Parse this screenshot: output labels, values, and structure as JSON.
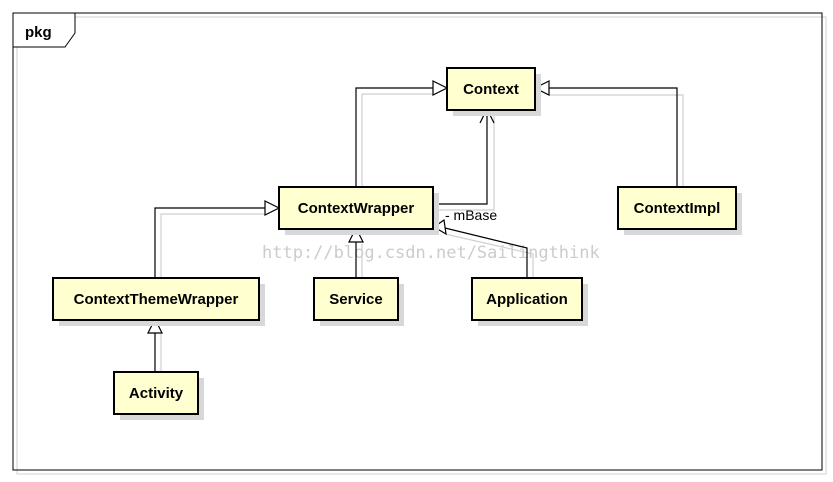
{
  "package": {
    "label": "pkg"
  },
  "classes": {
    "context": "Context",
    "context_wrapper": "ContextWrapper",
    "context_impl": "ContextImpl",
    "context_theme_wrapper": "ContextThemeWrapper",
    "service": "Service",
    "application": "Application",
    "activity": "Activity"
  },
  "relations": {
    "m_base_role": "- mBase"
  },
  "watermark": "http://blog.csdn.net/Sailingthink",
  "colors": {
    "class_fill": "#ffffd0",
    "class_border": "#000000",
    "shadow": "#d8d8d8"
  }
}
